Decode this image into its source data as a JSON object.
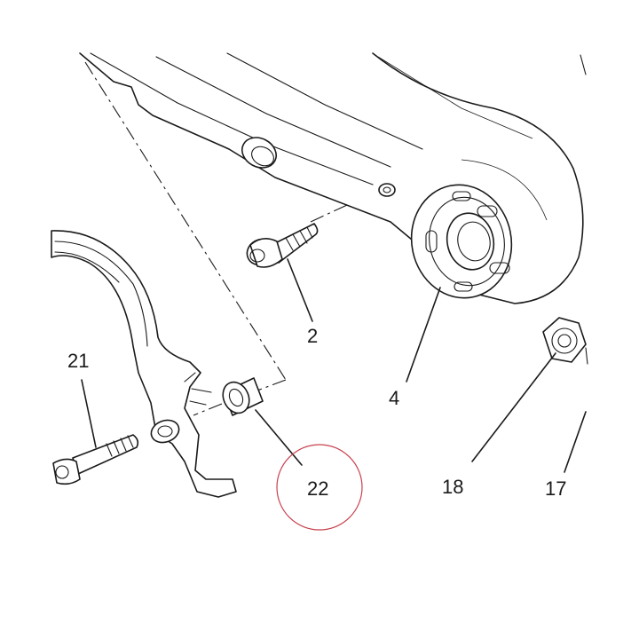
{
  "diagram": {
    "callouts": [
      {
        "id": "2",
        "label": "2"
      },
      {
        "id": "4",
        "label": "4"
      },
      {
        "id": "17",
        "label": "17"
      },
      {
        "id": "18",
        "label": "18"
      },
      {
        "id": "21",
        "label": "21"
      },
      {
        "id": "22",
        "label": "22"
      }
    ],
    "highlighted_callout": "22",
    "highlight_color": "#c8414e",
    "line_color": "#1a1a1a"
  }
}
